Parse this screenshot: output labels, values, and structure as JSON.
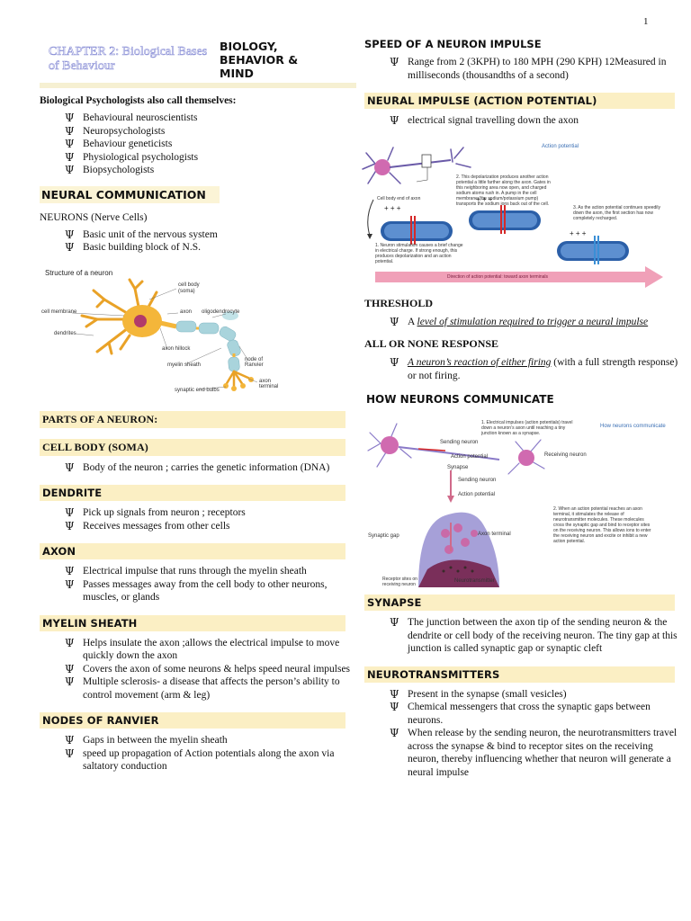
{
  "page_number": "1",
  "header": {
    "chapter": "CHAPTER 2: Biological Bases of Behaviour",
    "title": "BIOLOGY, BEHAVIOR & MIND"
  },
  "bullet_glyph": "Ψ",
  "left": {
    "intro": "Biological Psychologists also call themselves:",
    "psychologist_names": [
      "Behavioural neuroscientists",
      "Neuropsychologists",
      "Behaviour geneticists",
      "Physiological psychologists",
      "Biopsychologists"
    ],
    "neural_comm_heading": "NEURAL COMMUNICATION",
    "neurons_label": "NEURONS (Nerve Cells)",
    "neurons_items": [
      "Basic unit of the nervous system",
      "Basic building block of N.S."
    ],
    "figure_neuron": {
      "title": "Structure of a neuron",
      "labels": {
        "cell_body": "cell body",
        "nucleus": "(soma)",
        "cell_membrane": "cell membrane",
        "axon": "axon",
        "oligodendrocyte": "oligodendrocyte",
        "dendrites": "dendrites",
        "axon_hillock": "axon hillock",
        "myelin_sheath": "myelin sheath",
        "node_of_ranvier": "node of Ranvier",
        "synaptic_end_bulbs": "synaptic end bulbs",
        "axon_terminal": "axon terminal"
      }
    },
    "parts_heading": "PARTS OF A NEURON:",
    "sections": [
      {
        "heading": "CELL BODY (SOMA)",
        "style": "serif",
        "items": [
          "Body of the neuron ; carries the genetic information (DNA)"
        ]
      },
      {
        "heading": "DENDRITE",
        "style": "sans",
        "items": [
          "Pick up signals from neuron ; receptors",
          "Receives messages from other cells"
        ]
      },
      {
        "heading": "AXON",
        "style": "sans",
        "items": [
          "Electrical impulse that runs through the myelin sheath",
          "Passes messages away from the cell body to other neurons, muscles, or glands"
        ]
      },
      {
        "heading": "MYELIN SHEATH",
        "style": "sans",
        "items": [
          "Helps insulate the axon ;allows the electrical impulse to move quickly down the axon",
          "Covers the axon of some neurons & helps speed neural impulses",
          "Multiple sclerosis- a disease that affects the person’s ability to control movement (arm & leg)"
        ]
      },
      {
        "heading": "NODES OF RANVIER",
        "style": "sans",
        "items": [
          "Gaps in between the myelin sheath",
          "speed up propagation of Action potentials along the axon via saltatory conduction"
        ]
      }
    ]
  },
  "right": {
    "speed_heading": "SPEED OF A NEURON IMPULSE",
    "speed_items": [
      "Range from 2 (3KPH) to 180 MPH (290 KPH) 12Measured in milliseconds (thousandths of a second)"
    ],
    "neural_impulse_heading": "NEURAL IMPULSE (ACTION POTENTIAL)",
    "neural_impulse_items": [
      "electrical signal travelling down the axon"
    ],
    "figure_ap": {
      "title": "Action potential",
      "cell_body_end": "Cell body end of axon",
      "step1": "1. Neuron stimulation causes a brief change in electrical charge. If strong enough, this produces depolarization and an action potential.",
      "step2": "2. This depolarization produces another action potential a little farther along the axon. Gates in this neighboring area now open, and charged sodium atoms rush in. A pump in the cell membrane (the sodium/potassium pump) transports the sodium ions back out of the cell.",
      "step3": "3. As the action potential continues speedily down the axon, the first section has now completely recharged.",
      "direction": "Direction of action potential: toward axon terminals"
    },
    "threshold_heading": "THRESHOLD",
    "threshold_prefix": "A ",
    "threshold_def": "level of stimulation required to trigger a neural impulse",
    "allnone_heading": "ALL OR NONE RESPONSE",
    "allnone_def": " A neuron’s reaction of either firing",
    "allnone_suffix": " (with a full strength response) or not firing.",
    "how_comm_heading": "HOW NEURONS COMMUNICATE",
    "figure_comm": {
      "title": "How neurons communicate",
      "caption1": "1. Electrical impulses (action potentials) travel down a neuron’s axon until reaching a tiny junction known as a synapse.",
      "sending": "Sending neuron",
      "receiving": "Receiving neuron",
      "action_potential": "Action potential",
      "synapse": "Synapse",
      "sending2": "Sending neuron",
      "action_potential2": "Action potential",
      "synaptic_gap": "Synaptic gap",
      "axon_terminal": "Axon terminal",
      "receptor_sites": "Receptor sites on receiving neuron",
      "neurotransmitter": "Neurotransmitter",
      "caption2": "2. When an action potential reaches an axon terminal, it stimulates the release of neurotransmitter molecules. These molecules cross the synaptic gap and bind to receptor sites on the receiving neuron. This allows ions to enter the receiving neuron and excite or inhibit a new action potential."
    },
    "synapse_heading": "SYNAPSE",
    "synapse_items": [
      "The junction between the axon tip of the sending neuron & the dendrite or cell body of the receiving neuron. The tiny gap at this junction is called synaptic gap or synaptic cleft"
    ],
    "neurotransmitters_heading": "NEUROTRANSMITTERS",
    "neurotransmitters_items": [
      "Present in the synapse (small vesicles)",
      "Chemical messengers that cross the synaptic gaps between neurons.",
      "When release by the sending neuron, the neurotransmitters travel across the synapse & bind to receptor sites on the receiving neuron, thereby influencing whether that neuron will generate a neural impulse"
    ]
  },
  "colors": {
    "section_highlight": "#fbefc4",
    "chapter_outline": "#8a8fd6",
    "neuron_body": "#f4b63a",
    "myelin": "#a9d4dc",
    "axon_blue": "#2b5fa8",
    "arrow_pink": "#f0a0b8",
    "synapse_purple": "#7a2f5a"
  }
}
